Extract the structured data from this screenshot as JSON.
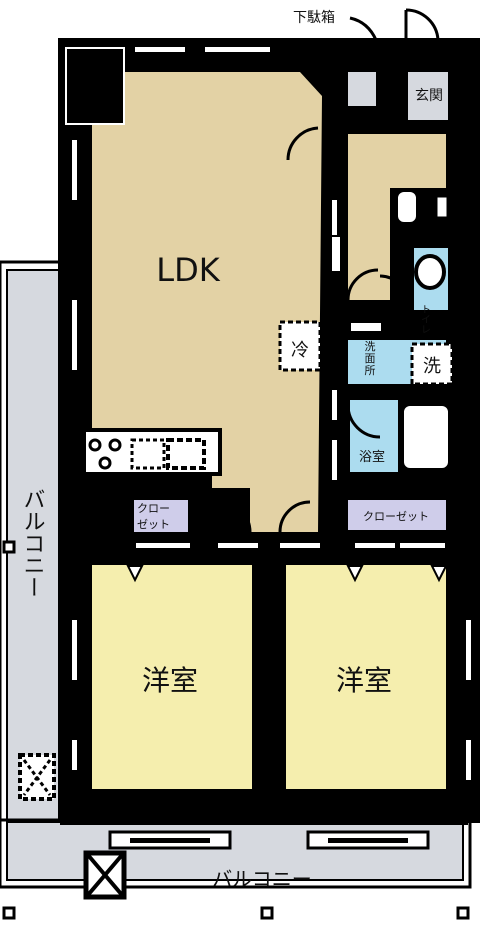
{
  "rooms": {
    "ldk": "LDK",
    "bedroom_left": "洋室",
    "bedroom_right": "洋室",
    "entrance": "玄関",
    "washroom": "洗面所",
    "washroom_line1": "洗",
    "washroom_line2": "面",
    "washroom_line3": "所",
    "bath": "浴室",
    "toilet": "トイレ",
    "closet_left_line1": "クロー",
    "closet_left_line2": "ゼット",
    "closet_right": "クローゼット"
  },
  "fixtures": {
    "shoe_box": "下駄箱",
    "refrigerator": "冷",
    "washer": "洗"
  },
  "balcony": {
    "side": "バルコニー",
    "bottom": "バルコニー"
  },
  "colors": {
    "ldk_floor": "#e3d2a5",
    "bedroom_floor": "#f5eeae",
    "wet_area_floor": "#acdcef",
    "closet_floor": "#cfcdea",
    "balcony_floor": "#d6d9df",
    "wall": "#000000"
  }
}
